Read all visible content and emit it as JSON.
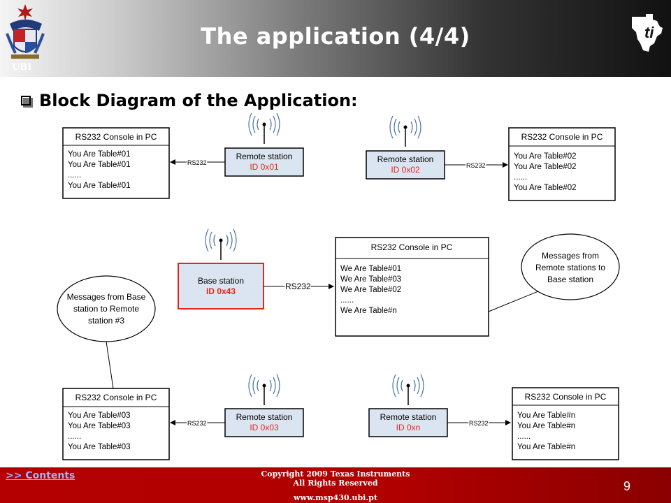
{
  "header": {
    "title": "The application (4/4)",
    "ubi_label": "UBI"
  },
  "subtitle": "Block Diagram of the Application:",
  "diagram": {
    "consoles": [
      {
        "title": "RS232 Console in PC",
        "lines": [
          "You Are Table#01",
          "You Are Table#01",
          "......",
          "You Are Table#01"
        ]
      },
      {
        "title": "RS232 Console in PC",
        "lines": [
          "You Are Table#02",
          "You Are Table#02",
          "......",
          "You Are Table#02"
        ]
      },
      {
        "title": "RS232 Console in PC",
        "lines": [
          "We Are Table#01",
          "We Are Table#03",
          "We Are Table#02",
          "......",
          "We Are Table#n"
        ]
      },
      {
        "title": "RS232 Console in PC",
        "lines": [
          "You Are Table#03",
          "You Are Table#03",
          "......",
          "You Are Table#03"
        ]
      },
      {
        "title": "RS232 Console in PC",
        "lines": [
          "You Are Table#n",
          "You Are Table#n",
          "......",
          "You Are Table#n"
        ]
      }
    ],
    "stations": [
      {
        "name": "Remote station",
        "id": "ID 0x01"
      },
      {
        "name": "Remote station",
        "id": "ID 0x02"
      },
      {
        "name": "Base station",
        "id": "ID 0x43"
      },
      {
        "name": "Remote station",
        "id": "ID 0x03"
      },
      {
        "name": "Remote station",
        "id": "ID 0xn"
      }
    ],
    "link_label": "RS232",
    "notes": [
      {
        "lines": [
          "Messages from Base",
          "station to Remote",
          "station #3"
        ]
      },
      {
        "lines": [
          "Messages from",
          "Remote stations to",
          "Base station"
        ]
      }
    ],
    "colors": {
      "station_fill": "#dbe5f1",
      "id_red": "#e8251b",
      "base_border": "#e8251b",
      "antenna_blue": "#4a6fa5"
    }
  },
  "footer": {
    "contents_link": ">> Contents",
    "copyright_1": "Copyright  2009 Texas Instruments",
    "copyright_2": "All Rights Reserved",
    "website": "www.msp430.ubi.pt",
    "page_number": "9"
  }
}
